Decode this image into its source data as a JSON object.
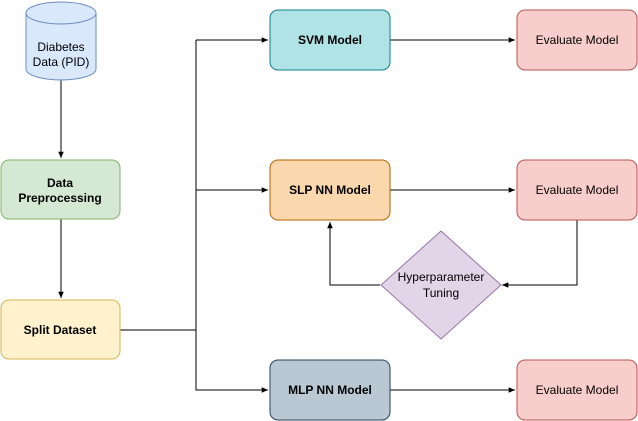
{
  "nodes": {
    "diabetes_data": {
      "line1": "Diabetes",
      "line2": "Data (PID)",
      "fill": "#dae8fc",
      "stroke": "#6c8ebf"
    },
    "preprocessing": {
      "line1": "Data",
      "line2": "Preprocessing",
      "fill": "#d5e8d4",
      "stroke": "#82b366"
    },
    "split_dataset": {
      "label": "Split Dataset",
      "fill": "#fff2cc",
      "stroke": "#d6b656"
    },
    "svm_model": {
      "label": "SVM Model",
      "fill": "#b0e3e6",
      "stroke": "#0e8088"
    },
    "slp_model": {
      "label": "SLP NN Model",
      "fill": "#fad7ac",
      "stroke": "#b46504"
    },
    "mlp_model": {
      "label": "MLP NN Model",
      "fill": "#bac8d3",
      "stroke": "#23445d"
    },
    "evaluate_svm": {
      "label": "Evaluate Model",
      "fill": "#f8cecc",
      "stroke": "#b85450"
    },
    "evaluate_slp": {
      "label": "Evaluate Model",
      "fill": "#f8cecc",
      "stroke": "#b85450"
    },
    "evaluate_mlp": {
      "label": "Evaluate Model",
      "fill": "#f8cecc",
      "stroke": "#b85450"
    },
    "hyperparameter": {
      "line1": "Hyperparameter",
      "line2": "Tuning",
      "fill": "#e1d5e7",
      "stroke": "#9673a6"
    }
  }
}
